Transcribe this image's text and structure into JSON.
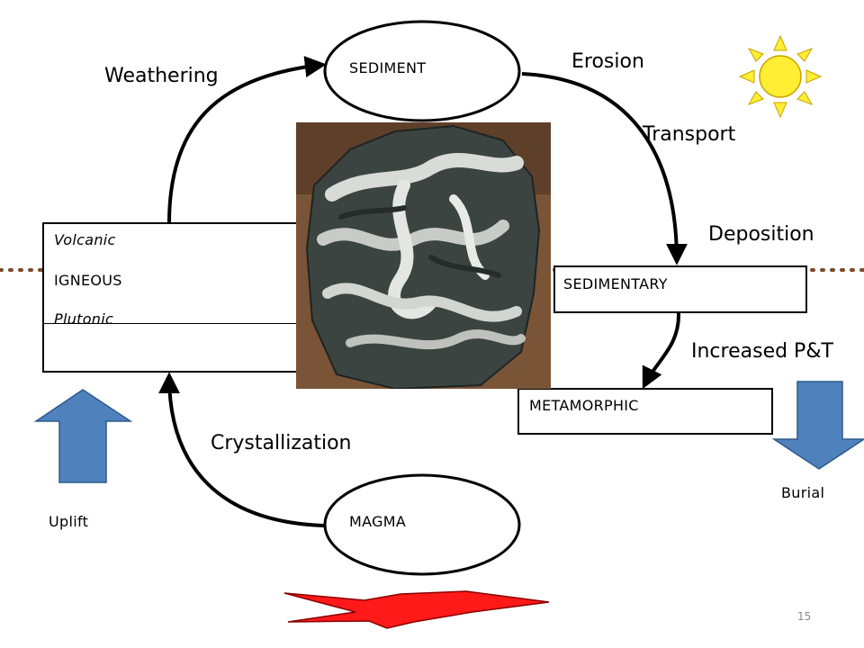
{
  "ellipses": {
    "sediment": "SEDIMENT",
    "magma": "MAGMA"
  },
  "processes": {
    "weathering": "Weathering",
    "erosion": "Erosion",
    "transport": "Transport",
    "deposition": "Deposition",
    "increased_pt": "Increased P&T",
    "crystallization": "Crystallization"
  },
  "igneous": {
    "volcanic": "Volcanic",
    "title": "IGNEOUS",
    "plutonic": "Plutonic"
  },
  "boxes": {
    "sedimentary": "SEDIMENTARY",
    "metamorphic": "METAMORPHIC"
  },
  "movements": {
    "uplift": "Uplift",
    "burial": "Burial"
  },
  "page_number": "15",
  "colors": {
    "arrow_blue": "#4f81bd",
    "sun_yellow": "#ffee33",
    "heat_red": "#ff1a1a",
    "ground_line": "#7a4a2a"
  },
  "icons": [
    "sun-icon",
    "uplift-arrow-icon",
    "burial-arrow-icon",
    "heat-star-icon"
  ]
}
